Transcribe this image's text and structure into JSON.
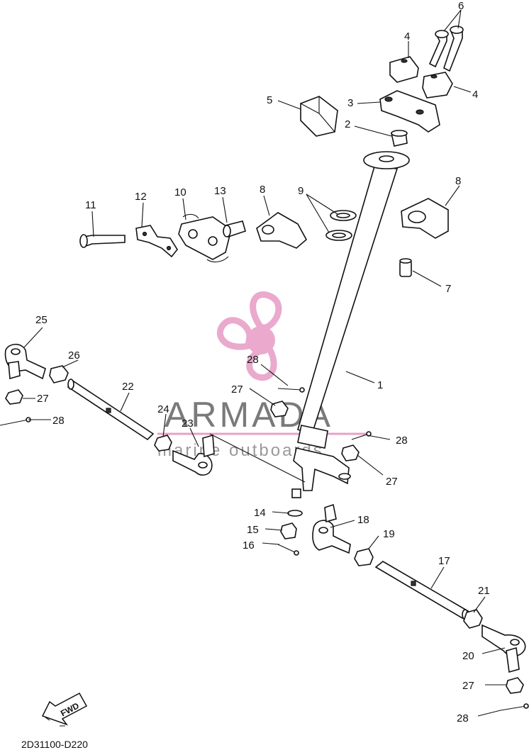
{
  "watermark": {
    "brand": "ARMADA",
    "tagline": "marine outboards",
    "color": "#e8a0c8"
  },
  "diagram_code": "2D31100-D220",
  "fwd_label": "FWD",
  "callouts": [
    "1",
    "2",
    "3",
    "4",
    "4",
    "5",
    "6",
    "7",
    "8",
    "8",
    "9",
    "10",
    "11",
    "12",
    "13",
    "14",
    "15",
    "16",
    "17",
    "18",
    "19",
    "20",
    "21",
    "22",
    "23",
    "24",
    "25",
    "26",
    "27",
    "27",
    "27",
    "27",
    "28",
    "28",
    "28",
    "28"
  ]
}
